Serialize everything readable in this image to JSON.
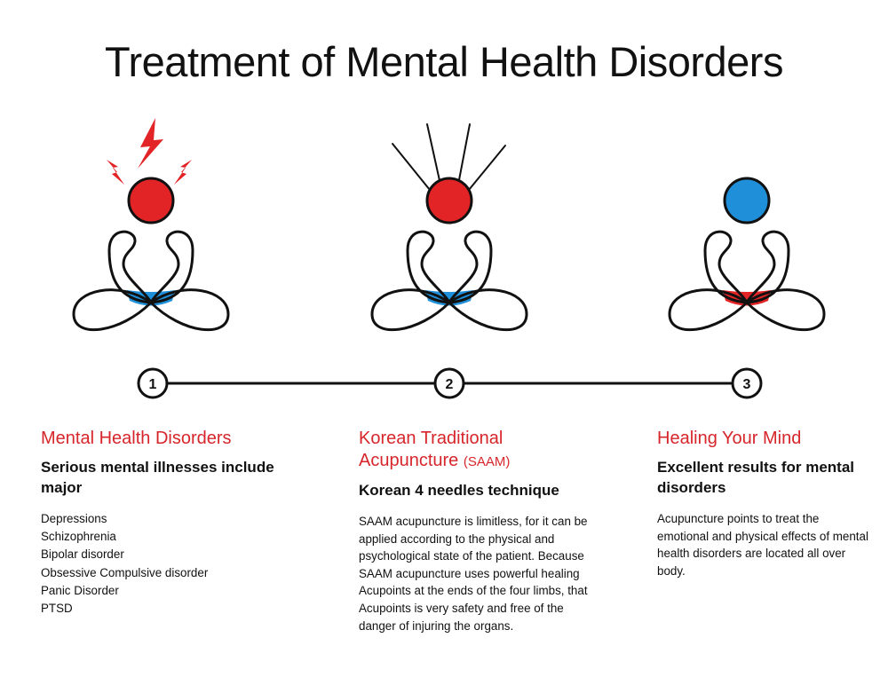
{
  "title": "Treatment of Mental Health Disorders",
  "colors": {
    "red": "#e32426",
    "blue": "#1e8fd8",
    "title_red": "#d7262b",
    "ink": "#111111"
  },
  "steps": [
    {
      "number": "1",
      "head_color": "red",
      "base_color": "blue",
      "decoration": "lightning-bolts"
    },
    {
      "number": "2",
      "head_color": "red",
      "base_color": "blue",
      "decoration": "acupuncture-needles"
    },
    {
      "number": "3",
      "head_color": "blue",
      "base_color": "red",
      "decoration": "none"
    }
  ],
  "columns": [
    {
      "title": "Mental Health Disorders",
      "subtitle": "Serious mental illnesses include major",
      "items": [
        "Depressions",
        "Schizophrenia",
        "Bipolar disorder",
        "Obsessive Compulsive disorder",
        "Panic Disorder",
        "PTSD"
      ]
    },
    {
      "title_line1": "Korean Traditional",
      "title_line2": "Acupuncture",
      "title_suffix": "(SAAM)",
      "subtitle": "Korean 4 needles technique",
      "body": "SAAM acupuncture is limitless, for it can be applied according to the physical and psychological state of the patient. Because SAAM acupuncture uses powerful healing Acupoints at the ends of the four limbs, that Acupoints is very safety and free of the danger of injuring the organs."
    },
    {
      "title": "Healing Your Mind",
      "subtitle": "Excellent results for mental disorders",
      "body": "Acupuncture points to treat the emotional and physical effects of mental health disorders are located all over body."
    }
  ]
}
